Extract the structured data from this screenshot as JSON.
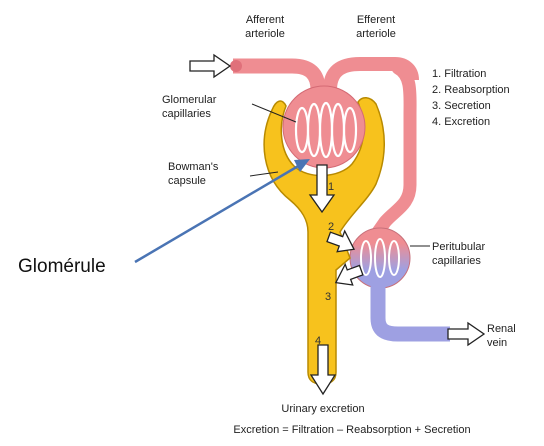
{
  "colors": {
    "blood_in": "#ef8d92",
    "blood_out": "#9ea0e2",
    "tubule": "#f7c21d",
    "tubule_outline": "#b88a00",
    "arrow_blue": "#4a74b4"
  },
  "labels": {
    "afferent": [
      "Afferent",
      "arteriole"
    ],
    "efferent": [
      "Efferent",
      "arteriole"
    ],
    "glomerular": [
      "Glomerular",
      "capillaries"
    ],
    "bowman": [
      "Bowman's",
      "capsule"
    ],
    "peritubular": [
      "Peritubular",
      "capillaries"
    ],
    "renal_vein": [
      "Renal",
      "vein"
    ],
    "urinary": "Urinary excretion",
    "equation": "Excretion = Filtration – Reabsorption + Secretion",
    "glomerule": "Glomérule"
  },
  "processes": [
    "1. Filtration",
    "2. Reabsorption",
    "3. Secretion",
    "4. Excretion"
  ],
  "step_numbers": [
    "1",
    "2",
    "3",
    "4"
  ]
}
